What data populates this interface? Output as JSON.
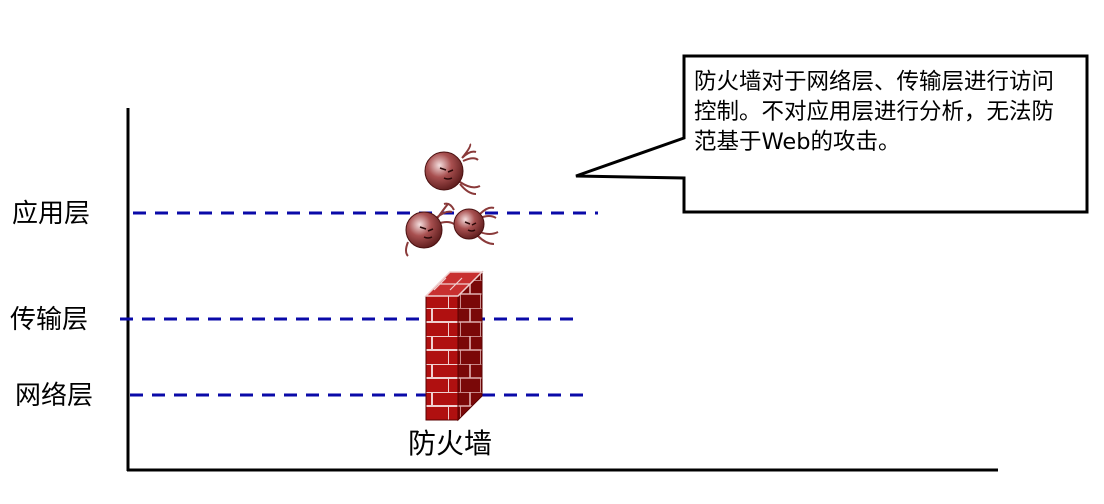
{
  "layers": {
    "application": "应用层",
    "transport": "传输层",
    "network": "网络层"
  },
  "firewall_label": "防火墙",
  "callout": "防火墙对于网络层、传输层进行访问控制。不对应用层进行分析，无法防范基于Web的攻击。",
  "colors": {
    "dashed_line": "#0a0aa8",
    "brick": "#b01010",
    "mortar": "#f0d0d0",
    "attacker": "#8a3a3a"
  },
  "icons": {
    "attackers": "attacker-ball-icon",
    "firewall": "brick-wall-icon"
  }
}
